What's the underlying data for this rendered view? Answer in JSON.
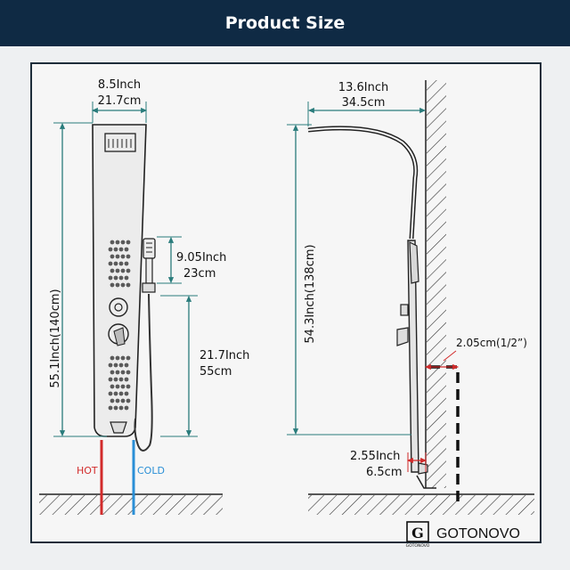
{
  "header": {
    "title": "Product Size"
  },
  "left": {
    "width_in": "8.5Inch",
    "width_cm": "21.7cm",
    "height_total": "55.1Inch(140cm)",
    "handshower_in": "9.05Inch",
    "handshower_cm": "23cm",
    "hose_in": "21.7Inch",
    "hose_cm": "55cm",
    "hot": "HOT",
    "cold": "COLD"
  },
  "right": {
    "depth_in": "13.6Inch",
    "depth_cm": "34.5cm",
    "height_total": "54.3Inch(138cm)",
    "pipe": "2.05cm(1/2”)",
    "offset_in": "2.55Inch",
    "offset_cm": "6.5cm"
  },
  "brand": {
    "name": "GOTONOVO",
    "mark_sub": "GOTONOVO"
  },
  "colors": {
    "header": "#0f2a44",
    "dim_line": "#2a7c7c",
    "hot": "#d22b2b",
    "cold": "#2a8fd6",
    "outline": "#222222"
  }
}
